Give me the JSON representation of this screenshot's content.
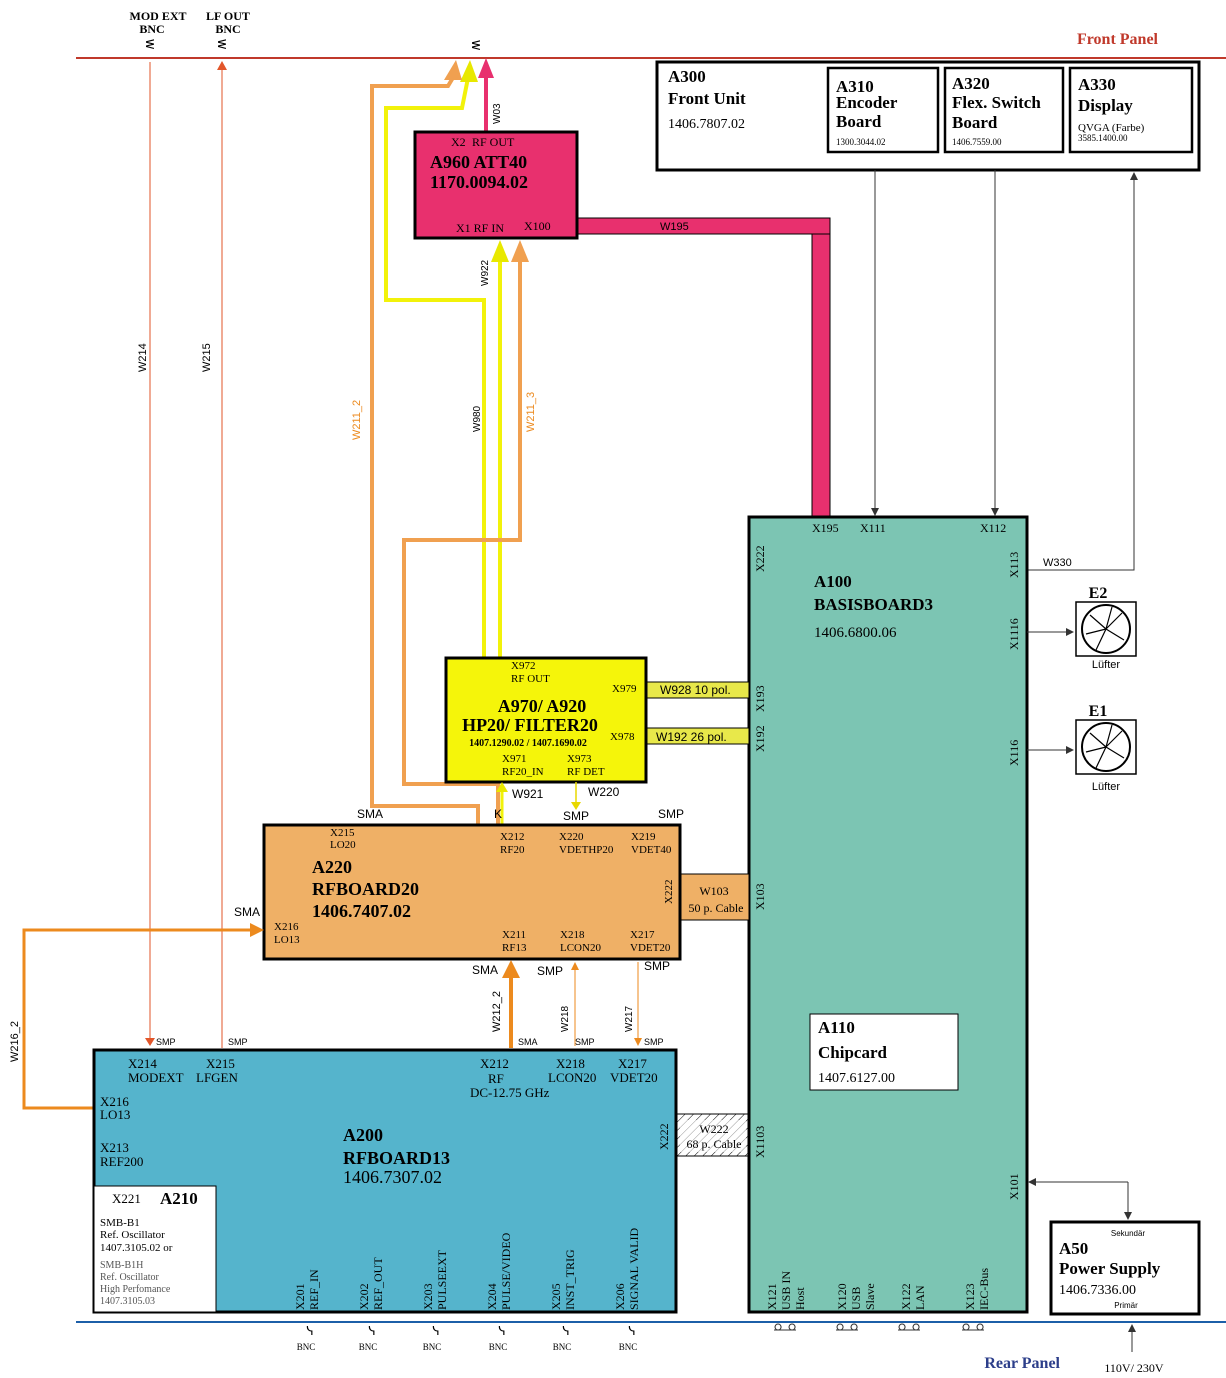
{
  "panels": {
    "front": "Front Panel",
    "rear": "Rear Panel"
  },
  "front_connectors": {
    "mod_ext_1": "MOD EXT",
    "mod_ext_2": "BNC",
    "lf_out_1": "LF OUT",
    "lf_out_2": "BNC"
  },
  "a300": {
    "title": "A300",
    "name": "Front Unit",
    "pn": "1406.7807.02",
    "a310": {
      "title": "A310",
      "l1": "Encoder",
      "l2": "Board",
      "pn": "1300.3044.02"
    },
    "a320": {
      "title": "A320",
      "l1": "Flex. Switch",
      "l2": "Board",
      "pn": "1406.7559.00"
    },
    "a330": {
      "title": "A330",
      "l1": "Display",
      "l2": "QVGA (Farbe)",
      "pn": "3585.1400.00"
    }
  },
  "a960": {
    "x2": "X2",
    "rfout": "RF OUT",
    "title": "A960  ATT40",
    "pn": "1170.0094.02",
    "x1": "X1 RF IN",
    "x100": "X100"
  },
  "a970": {
    "x972": "X972",
    "rfout": "RF OUT",
    "title": "A970/ A920",
    "name": "HP20/ FILTER20",
    "pn": "1407.1290.02 / 1407.1690.02",
    "x971": "X971",
    "rf20in": "RF20_IN",
    "x973": "X973",
    "rfdet": "RF DET",
    "x979": "X979",
    "x978": "X978"
  },
  "a220": {
    "title": "A220",
    "name": "RFBOARD20",
    "pn": "1406.7407.02",
    "x215": "X215",
    "lo20": "LO20",
    "x212": "X212",
    "rf20": "RF20",
    "x220": "X220",
    "vdethp20": "VDETHP20",
    "x219": "X219",
    "vdet40": "VDET40",
    "x216": "X216",
    "lo13": "LO13",
    "x211": "X211",
    "rf13": "RF13",
    "x218": "X218",
    "lcon20": "LCON20",
    "x217": "X217",
    "vdet20": "VDET20",
    "x222": "X222"
  },
  "a200": {
    "title": "A200",
    "name": "RFBOARD13",
    "pn": "1406.7307.02",
    "x214": "X214",
    "modext": "MODEXT",
    "x215": "X215",
    "lfgen": "LFGEN",
    "x212": "X212",
    "rf": "RF",
    "rf_range": "DC-12.75 GHz",
    "x218": "X218",
    "lcon20": "LCON20",
    "x217": "X217",
    "vdet20": "VDET20",
    "x216": "X216",
    "lo13": "LO13",
    "x213": "X213",
    "ref200": "REF200",
    "x222": "X222"
  },
  "a210": {
    "x221": "X221",
    "title": "A210",
    "l1": "SMB-B1",
    "l2": "Ref. Oscillator",
    "l3": "1407.3105.02 or",
    "l4": "SMB-B1H",
    "l5": "Ref. Oscillator",
    "l6": "High Perfomance",
    "l7": "1407.3105.03"
  },
  "a200_bottom": [
    {
      "x": "X201",
      "sig": "REF_IN"
    },
    {
      "x": "X202",
      "sig": "REF_OUT"
    },
    {
      "x": "X203",
      "sig": "PULSEEXT"
    },
    {
      "x": "X204",
      "sig": "PULSE/VIDEO"
    },
    {
      "x": "X205",
      "sig": "INST_TRIG"
    },
    {
      "x": "X206",
      "sig": "SIGNAL VALID"
    }
  ],
  "bnc_label": "BNC",
  "a100": {
    "title": "A100",
    "name": "BASISBOARD3",
    "pn": "1406.6800.06",
    "x195": "X195",
    "x111": "X111",
    "x112": "X112",
    "x222": "X222",
    "x113": "X113",
    "x1116": "X1116",
    "x116": "X116",
    "x193": "X193",
    "x192": "X192",
    "x103": "X103",
    "x1103": "X1103",
    "x101": "X101",
    "bottom": [
      {
        "x": "X121",
        "l1": "USB IN",
        "l2": "Host"
      },
      {
        "x": "X120",
        "l1": "USB",
        "l2": "Slave"
      },
      {
        "x": "X122",
        "l1": "LAN",
        "l2": ""
      },
      {
        "x": "X123",
        "l1": "IEC-Bus",
        "l2": ""
      }
    ]
  },
  "a110": {
    "title": "A110",
    "name": "Chipcard",
    "pn": "1407.6127.00"
  },
  "a50": {
    "sek": "Sekundär",
    "title": "A50",
    "name": "Power Supply",
    "pn": "1406.7336.00",
    "prim": "Primär"
  },
  "mains": "110V/ 230V",
  "fans": {
    "e2": "E2",
    "e1": "E1",
    "label": "Lüfter"
  },
  "cables": {
    "w214": "W214",
    "w215": "W215",
    "w03": "W03",
    "w195": "W195",
    "w922": "W922",
    "w980": "W980",
    "w211_2": "W211_2",
    "w211_3": "W211_3",
    "w928": "W928 10 pol.",
    "w192": "W192 26 pol.",
    "w921": "W921",
    "w220": "W220",
    "w103a": "W103",
    "w103b": "50 p. Cable",
    "w222a": "W222",
    "w222b": "68 p. Cable",
    "w216_2": "W216_2",
    "w212_2": "W212_2",
    "w218": "W218",
    "w217": "W217",
    "w330": "W330",
    "k": "K"
  },
  "conn_types": {
    "sma": "SMA",
    "smp": "SMP"
  },
  "colors": {
    "red_line": "#c0392b",
    "magenta": "#e8306e",
    "yellow": "#f2f20a",
    "orange": "#f0a050",
    "dark_orange": "#ec8a1e",
    "teal": "#7cc5b3",
    "blue_board": "#55b4cc",
    "peach": "#efb066",
    "blue_line": "#1c5fa8"
  }
}
